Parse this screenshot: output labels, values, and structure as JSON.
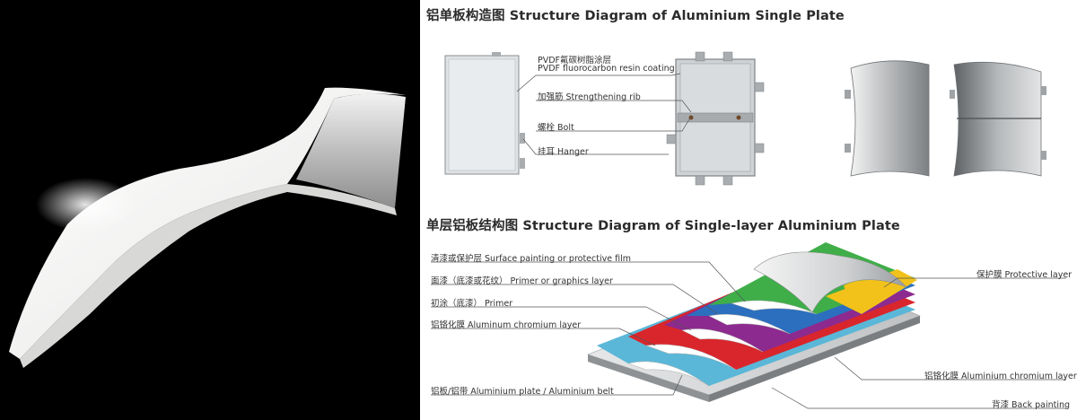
{
  "section1": {
    "title": "铝单板构造图 Structure Diagram of Aluminium Single Plate",
    "labels": {
      "coating_cn": "PVDF氟碳树脂涂层",
      "coating_en": "PVDF fluorocarbon resin coating",
      "rib": "加强筋 Strengthening rib",
      "bolt": "螺栓 Bolt",
      "hanger": "挂耳 Hanger"
    }
  },
  "section2": {
    "title": "单层铝板结构图 Structure Diagram of Single-layer Aluminium Plate",
    "labels": {
      "surface": "清漆或保护层 Surface painting or protective film",
      "primer_graphics": "面漆（底漆或花纹） Primer or graphics layer",
      "primer": "初涂（底漆） Primer",
      "chromium_left": "铝铬化膜 Aluminum chromium layer",
      "plate": "铝板/铝带 Aluminium plate / Aluminium belt",
      "protective": "保护膜 Protective layer",
      "chromium_right": "铝铬化膜 Aluminium chromium layer",
      "back": "背漆 Back painting"
    }
  },
  "colors": {
    "photo_bg": "#000000",
    "panel_white": "#f4f4f2",
    "layer_green": "#3fae49",
    "layer_blue": "#2c6fbf",
    "layer_purple": "#8d2a8f",
    "layer_red": "#d9262c",
    "layer_cyan": "#5ab7d8",
    "layer_yellow": "#f2c21b",
    "metal": "#c9cbcd"
  }
}
